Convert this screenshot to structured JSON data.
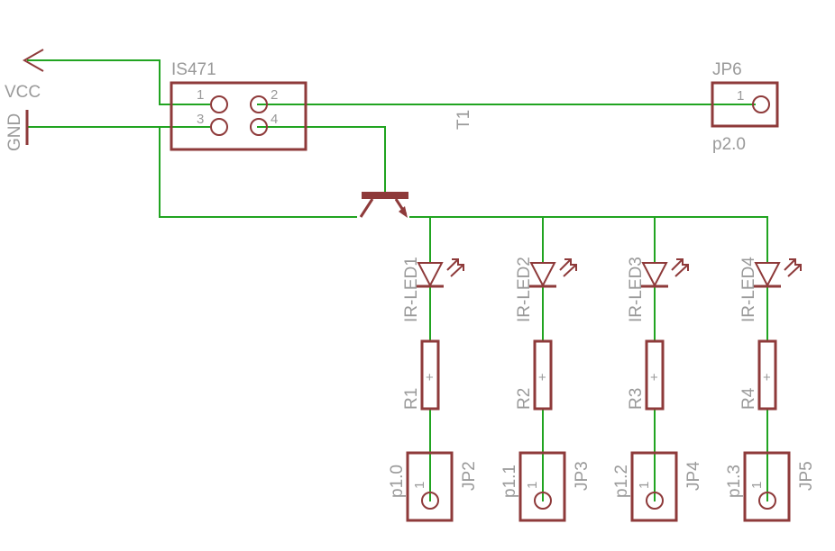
{
  "power": {
    "vcc": "VCC",
    "gnd": "GND"
  },
  "ic": {
    "name": "IS471",
    "pins": [
      "1",
      "2",
      "3",
      "4"
    ]
  },
  "transistor": {
    "name": "T1"
  },
  "header_top": {
    "name": "JP6",
    "pin": "1",
    "port": "p2.0"
  },
  "channels": [
    {
      "led": "IR-LED1",
      "resistor": "R1",
      "header": "JP2",
      "pin": "1",
      "port": "p1.0"
    },
    {
      "led": "IR-LED2",
      "resistor": "R2",
      "header": "JP3",
      "pin": "1",
      "port": "p1.1"
    },
    {
      "led": "IR-LED3",
      "resistor": "R3",
      "header": "JP4",
      "pin": "1",
      "port": "p1.2"
    },
    {
      "led": "IR-LED4",
      "resistor": "R4",
      "header": "JP5",
      "pin": "1",
      "port": "p1.3"
    }
  ],
  "resistor_mark": "+",
  "colors": {
    "wire": "#21a421",
    "component": "#8e3a3a",
    "label": "#9a9a9a",
    "background": "#ffffff"
  }
}
